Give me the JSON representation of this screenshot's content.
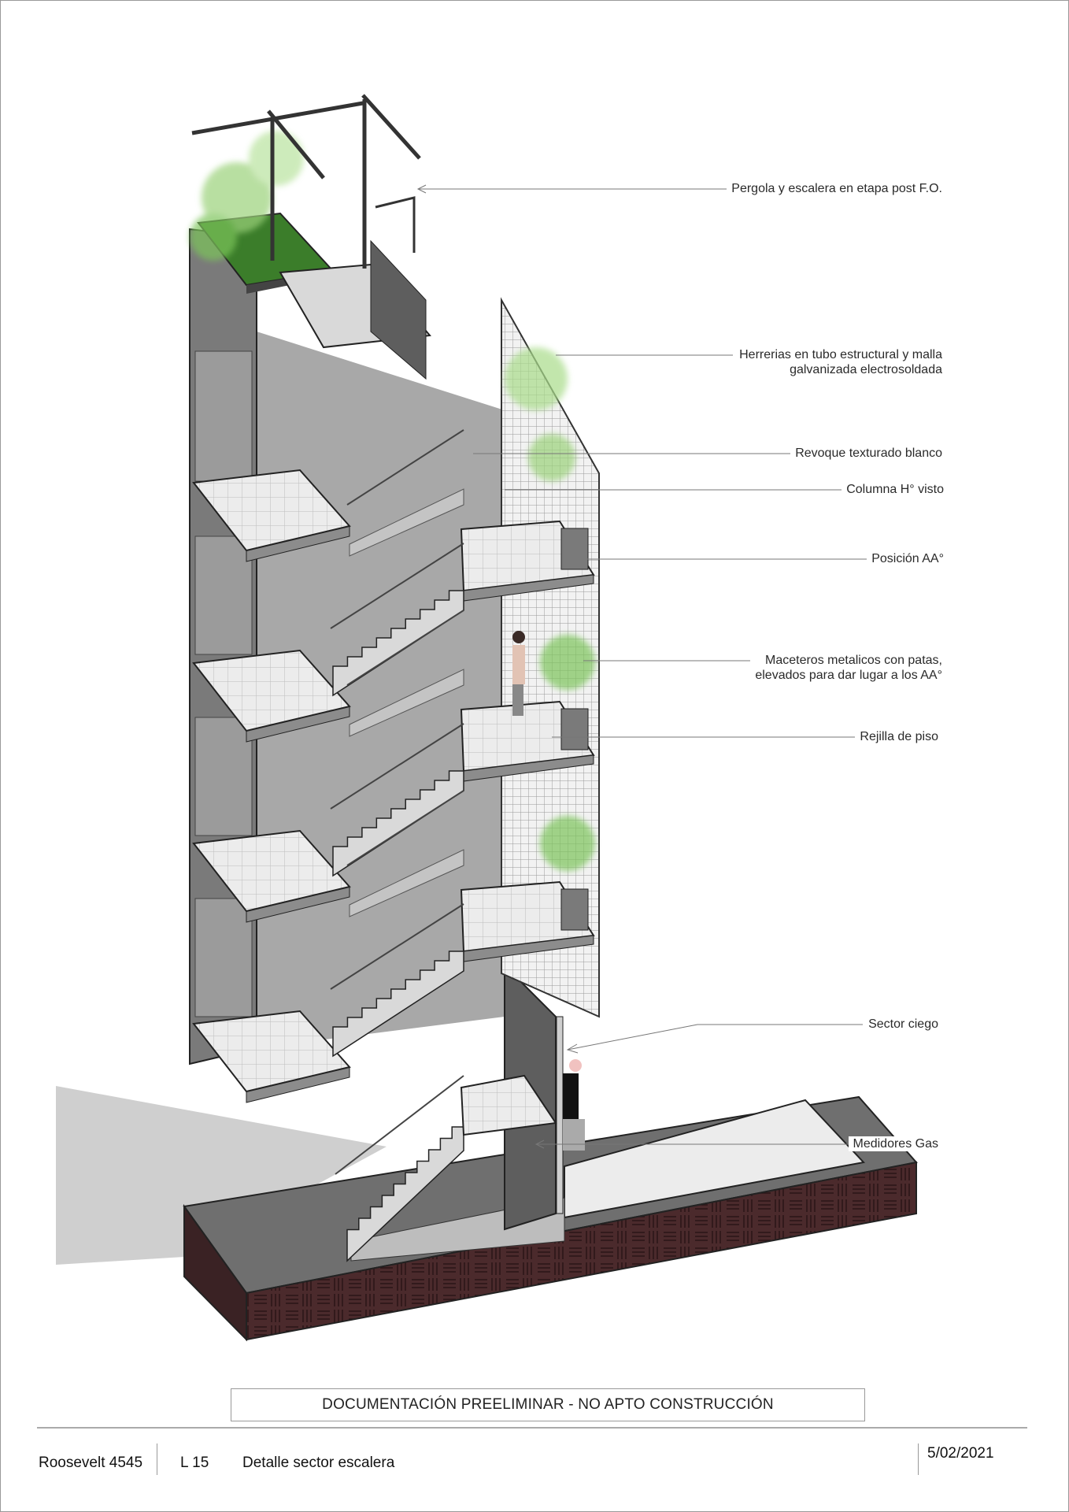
{
  "annotations": {
    "pergola": "Pergola y escalera en etapa post F.O.",
    "herrerias_line1": "Herrerias en tubo estructural y malla",
    "herrerias_line2": "galvanizada electrosoldada",
    "revoque": "Revoque texturado blanco",
    "columna": "Columna H° visto",
    "posicion": "Posición AA°",
    "maceteros_line1": "Maceteros metalicos con patas,",
    "maceteros_line2": "elevados para  dar lugar a los AA°",
    "rejilla": "Rejilla de piso",
    "sector_ciego": "Sector ciego",
    "medidores": "Medidores Gas"
  },
  "title_block": {
    "warning": "DOCUMENTACIÓN PREELIMINAR - NO APTO CONSTRUCCIÓN",
    "project": "Roosevelt 4545",
    "sheet": "L 15",
    "sheet_title": "Detalle sector escalera",
    "date": "5/02/2021"
  },
  "colors": {
    "concrete_dark": "#5e5e5e",
    "concrete_mid": "#8c8c8c",
    "floor_light": "#e6e6e6",
    "brick": "#4b2a2c",
    "vegetation": "#7cc45a"
  }
}
